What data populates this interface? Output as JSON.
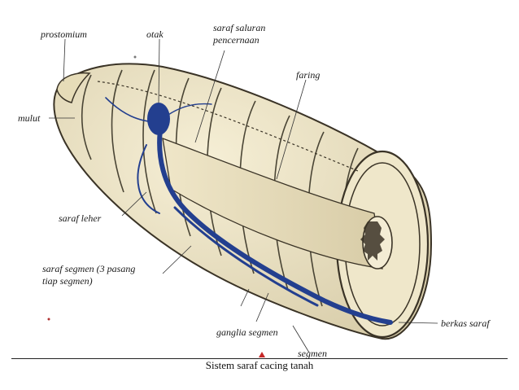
{
  "labels": {
    "prostomium": "prostomium",
    "otak": "otak",
    "saraf_saluran_line1": "saraf saluran",
    "saraf_saluran_line2": "pencernaan",
    "faring": "faring",
    "mulut": "mulut",
    "saraf_leher": "saraf leher",
    "saraf_segmen_line1": "saraf segmen (3 pasang",
    "saraf_segmen_line2": "tiap segmen)",
    "ganglia_segmen": "ganglia segmen",
    "segmen": "segmen",
    "berkas_saraf": "berkas saraf"
  },
  "caption": "Sistem saraf cacing tanah",
  "colors": {
    "body_fill": "#ece3c4",
    "body_stroke": "#3a3326",
    "nerve": "#233f8f",
    "rings": "#4a4535",
    "marker": "#c62828"
  }
}
